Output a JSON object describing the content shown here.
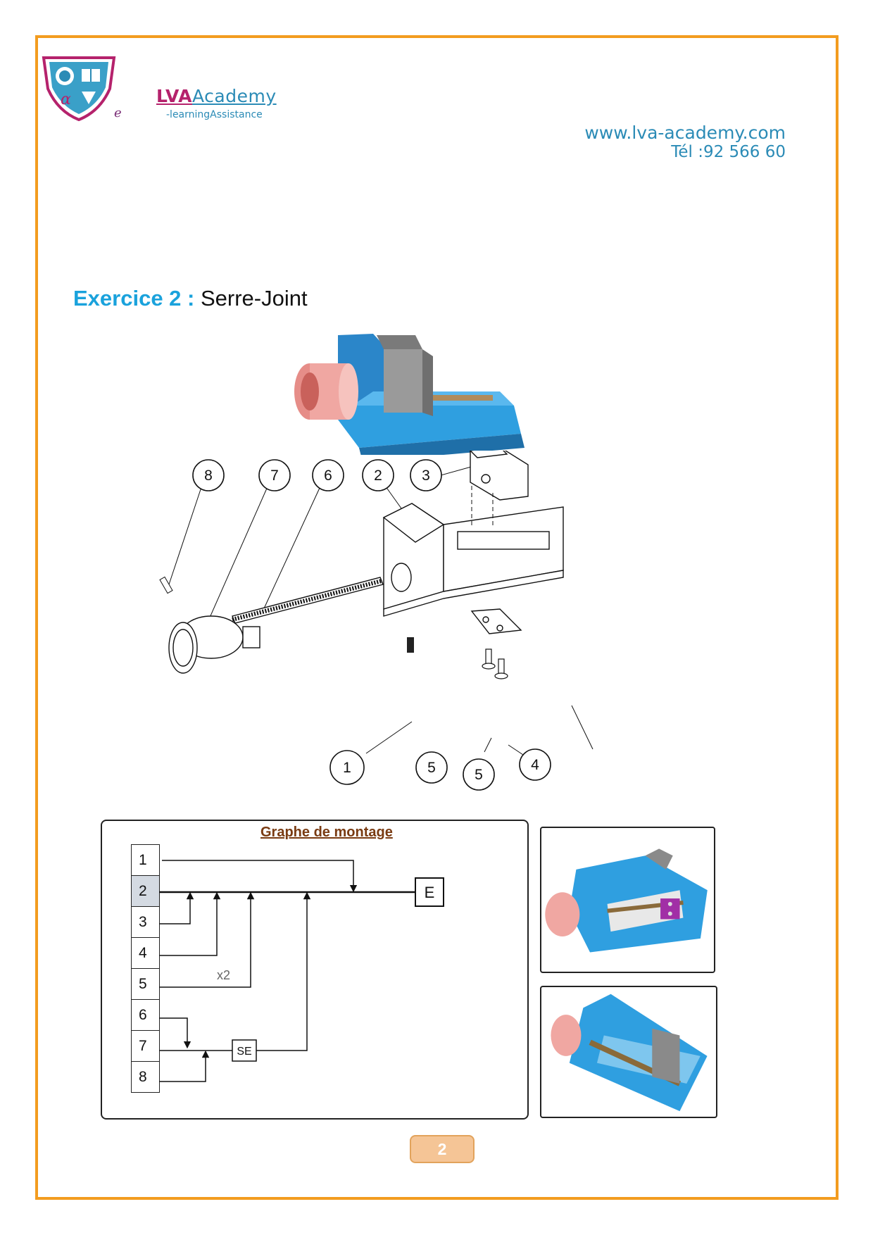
{
  "header": {
    "brand_lva": "LVA",
    "brand_academy": "Academy",
    "tagline": "-learningAssistance",
    "logo_letter": "e",
    "website": "www.lva-academy.com",
    "phone": "Tél :92 566 60"
  },
  "exercise": {
    "label": "Exercice 2 :",
    "name": "Serre-Joint"
  },
  "exploded_view": {
    "callouts": [
      "8",
      "7",
      "6",
      "2",
      "3",
      "1",
      "5",
      "5",
      "4"
    ]
  },
  "assembly_graph": {
    "title": "Graphe de montage",
    "parts": [
      "1",
      "2",
      "3",
      "4",
      "5",
      "6",
      "7",
      "8"
    ],
    "highlighted_part": "2",
    "quantity_label": "x2",
    "subassembly_label": "SE",
    "end_label": "E"
  },
  "footer": {
    "page_number": "2"
  },
  "colors": {
    "frame": "#f39c1f",
    "title_blue": "#1aa2dc",
    "brand_magenta": "#b5226c",
    "brand_blue": "#2b8bb6",
    "vise_blue": "#2f9fe0",
    "knob_pink": "#f0a7a2",
    "jaw_gray": "#8a8a8a"
  }
}
